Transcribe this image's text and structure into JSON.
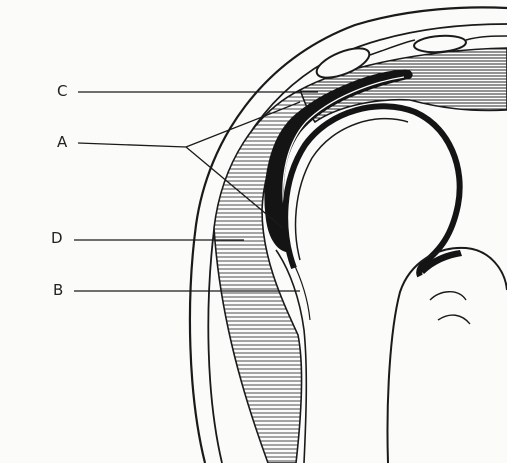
{
  "labels": {
    "c": "C",
    "a": "A",
    "d": "D",
    "b": "B"
  },
  "colors": {
    "ink": "#1a1a1a",
    "paper": "#fbfbfa",
    "hatch": "#3a3a3a"
  }
}
